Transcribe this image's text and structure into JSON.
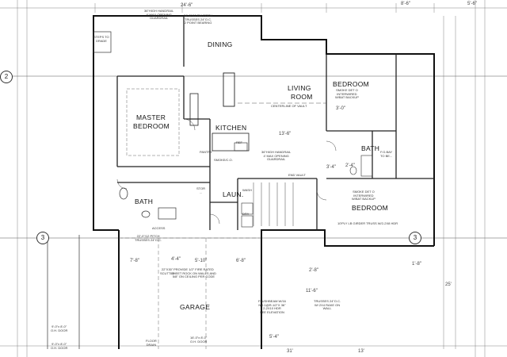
{
  "rooms": {
    "dining": "DINING",
    "living": "LIVING",
    "living_2": "ROOM",
    "bedroom_ne": "BEDROOM",
    "master": "MASTER",
    "master_2": "BEDROOM",
    "kitchen": "KITCHEN",
    "bath_e": "BATH",
    "bath_w": "BATH",
    "bedroom_se": "BEDROOM",
    "laun": "LAUN.",
    "garage": "GARAGE"
  },
  "notes": {
    "trusses_dining": "24'-0\"/12 FIX PITCH\nTRUSSES 24\"O.C.\n2 POINT BEARING",
    "handrail_top": "36\"HIGH HANDRAIL\n4' MAX OPENING\nGUARDRAIL",
    "steps_to_grade": "STEPS TO\nGRADE",
    "vault": "CENTERLINE OF VAULT",
    "end_vault": "END VAULT",
    "handrail_mid": "36\"HIGH HANDRAIL\n4' MAX OPENING\nGUARDRAIL",
    "smoke_ne": "SMOKE DET O\nINTERWIRED\nW/BAT BACKUP",
    "smoke_se": "SMOKE DET O\nINTERWIRED\nW/BAT BACKUP",
    "pantry": "PANTRY",
    "ref": "REF",
    "smoke_co": "SMOKE/C.O.",
    "garage_firewall": "PROVIDE 1/2\" FIRE RATED\nSHEET ROCK ON WALLS AND\n5/8\" ON CEILING PER CODE",
    "garage_trusses": "22'-0\"/12 PITCH\nTRUSSES 24\"O.C.",
    "garage_door": "16'-0\"x 8'-0\"\nO.H. DOOR",
    "left_door": "9'-0\"x 8'-0\"\nO.H. DOOR",
    "left_door_2": "9'-0\"x 8'-0\"\nO.H. DOOR",
    "flushbeam": "FLUSHBEAM W/16\nNO.1@R-1/2\"X 36\"\n2-2X10 HDR\nSEE ELEVATION",
    "truss_girder": "TRUSSES 24\"O.C.\nW/ 2X4 RAKE ON\nWALL",
    "scuttle": "22\"X30\"\nSCUTTLE",
    "floor_drain": "FLOOR\nDRAIN",
    "fire_door": "F.G.BAY\nTO BE...",
    "storage": "STOR\n...",
    "truss_girder_se": "10'PLY LB GIRDER TRUSS W/2-2X8 HDR",
    "access": "ACCESS",
    "wash": "WASH",
    "dry": "DRY"
  },
  "dims": {
    "top_1": "24'-6\"",
    "top_2": "8'-6\"",
    "top_3": "5'-6\"",
    "d_13_6": "13'-6\"",
    "d_7_8": "7'-8\"",
    "d_5_10": "5'-10\"",
    "d_4_4": "4'-4\"",
    "d_6_8": "6'-8\"",
    "d_3_0": "3'-0\"",
    "d_3_4": "3'-4\"",
    "d_11_6": "11'-6\"",
    "d_2_8": "2'-8\"",
    "d_5_4": "5'-4\"",
    "d_31": "31'",
    "d_13": "13'",
    "d_25": "25'",
    "d_2_4": "2'-4\"",
    "d_1_8": "1'-8\""
  },
  "grid_markers": {
    "g2": "2",
    "g3_left": "3",
    "g3_right": "3"
  }
}
